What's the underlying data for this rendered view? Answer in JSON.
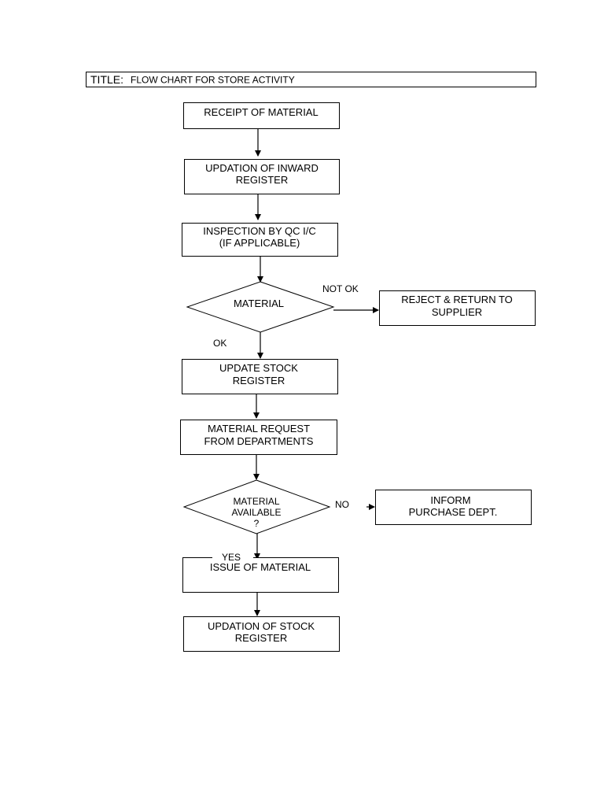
{
  "title": {
    "prefix": "TITLE:",
    "text": "FLOW CHART FOR STORE ACTIVITY"
  },
  "nodes": {
    "receipt": {
      "lines": [
        "RECEIPT OF MATERIAL"
      ]
    },
    "inward": {
      "lines": [
        "UPDATION OF INWARD",
        "REGISTER"
      ]
    },
    "inspection": {
      "lines": [
        "INSPECTION BY QC I/C",
        "(IF APPLICABLE)"
      ]
    },
    "material_check": {
      "lines": [
        "MATERIAL"
      ]
    },
    "reject": {
      "lines": [
        "REJECT & RETURN TO",
        "SUPPLIER"
      ]
    },
    "update_stock": {
      "lines": [
        "UPDATE STOCK",
        "REGISTER"
      ]
    },
    "request": {
      "lines": [
        "MATERIAL REQUEST",
        "FROM DEPARTMENTS"
      ]
    },
    "available": {
      "lines": [
        "MATERIAL",
        "AVAILABLE",
        "?"
      ]
    },
    "inform": {
      "lines": [
        "INFORM",
        "PURCHASE DEPT."
      ]
    },
    "issue": {
      "lines": [
        "ISSUE OF MATERIAL"
      ]
    },
    "updation_stock": {
      "lines": [
        "UPDATION OF STOCK",
        "REGISTER"
      ]
    }
  },
  "edge_labels": {
    "not_ok": "NOT OK",
    "ok": "OK",
    "no": "NO",
    "yes": "YES"
  }
}
